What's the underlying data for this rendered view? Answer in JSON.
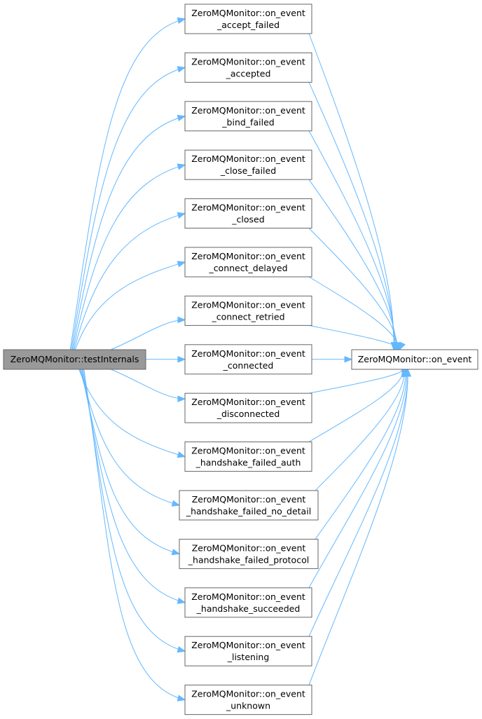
{
  "root": {
    "label": "ZeroMQMonitor::testInternals"
  },
  "target": {
    "label": "ZeroMQMonitor::on_event"
  },
  "middle": [
    {
      "line1": "ZeroMQMonitor::on_event",
      "line2": "_accept_failed"
    },
    {
      "line1": "ZeroMQMonitor::on_event",
      "line2": "_accepted"
    },
    {
      "line1": "ZeroMQMonitor::on_event",
      "line2": "_bind_failed"
    },
    {
      "line1": "ZeroMQMonitor::on_event",
      "line2": "_close_failed"
    },
    {
      "line1": "ZeroMQMonitor::on_event",
      "line2": "_closed"
    },
    {
      "line1": "ZeroMQMonitor::on_event",
      "line2": "_connect_delayed"
    },
    {
      "line1": "ZeroMQMonitor::on_event",
      "line2": "_connect_retried"
    },
    {
      "line1": "ZeroMQMonitor::on_event",
      "line2": "_connected"
    },
    {
      "line1": "ZeroMQMonitor::on_event",
      "line2": "_disconnected"
    },
    {
      "line1": "ZeroMQMonitor::on_event",
      "line2": "_handshake_failed_auth"
    },
    {
      "line1": "ZeroMQMonitor::on_event",
      "line2": "_handshake_failed_no_detail"
    },
    {
      "line1": "ZeroMQMonitor::on_event",
      "line2": "_handshake_failed_protocol"
    },
    {
      "line1": "ZeroMQMonitor::on_event",
      "line2": "_handshake_succeeded"
    },
    {
      "line1": "ZeroMQMonitor::on_event",
      "line2": "_listening"
    },
    {
      "line1": "ZeroMQMonitor::on_event",
      "line2": "_unknown"
    }
  ],
  "colors": {
    "edge": "#63b8ff",
    "root_fill": "#999999",
    "border": "#666666"
  }
}
